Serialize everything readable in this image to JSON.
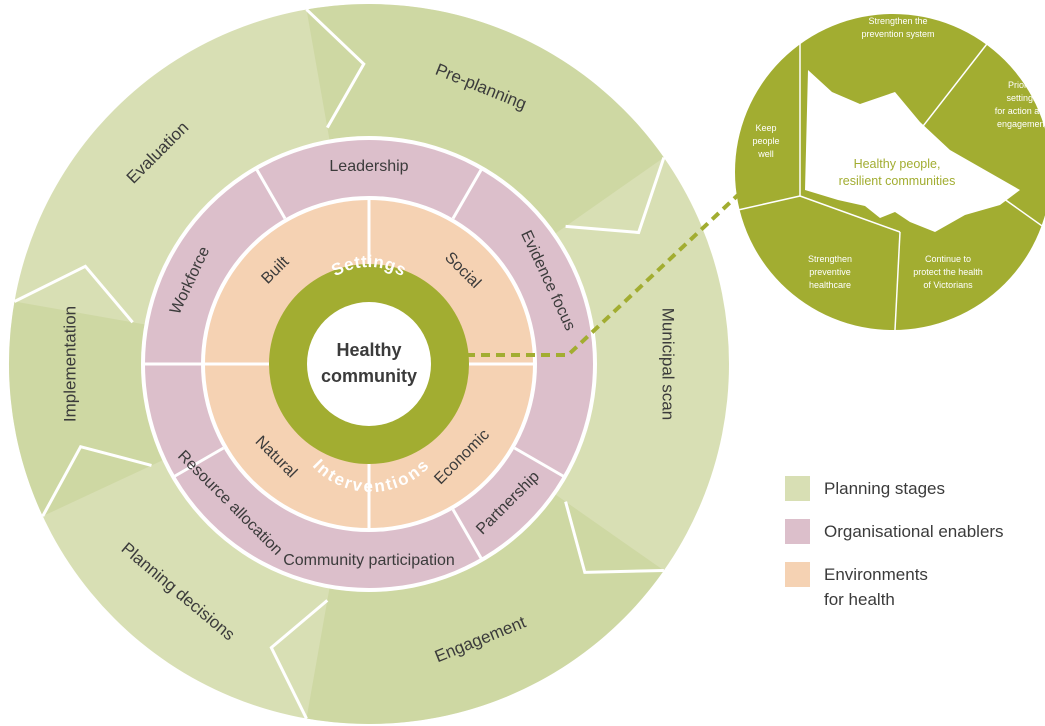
{
  "colors": {
    "planning": "#d8dfb4",
    "planning_dark": "#c6d196",
    "enabler": "#dcbfcb",
    "environment": "#f5d2b3",
    "olive": "#a2ad31",
    "separator": "#ffffff",
    "text": "#3b3b3b"
  },
  "center": {
    "title_line1": "Healthy",
    "title_line2": "community",
    "arc_top": "Settings",
    "arc_bottom": "Interventions"
  },
  "environments": [
    "Built",
    "Social",
    "Natural",
    "Economic"
  ],
  "enablers": [
    "Leadership",
    "Evidence focus",
    "Partnership",
    "Community participation",
    "Resource allocation",
    "Workforce"
  ],
  "planning_stages": [
    "Evaluation",
    "Pre-planning",
    "Municipal scan",
    "Engagement",
    "Planning decisions",
    "Implementation"
  ],
  "inset": {
    "center_line1": "Healthy people,",
    "center_line2": "resilient communities",
    "segments": [
      {
        "lines": [
          "Strengthen the",
          "prevention system"
        ]
      },
      {
        "lines": [
          "Priority",
          "settings",
          "for action and",
          "engagement"
        ]
      },
      {
        "lines": [
          "Continue to",
          "protect the health",
          "of Victorians"
        ]
      },
      {
        "lines": [
          "Strengthen",
          "preventive",
          "healthcare"
        ]
      },
      {
        "lines": [
          "Keep",
          "people",
          "well"
        ]
      }
    ]
  },
  "legend": [
    {
      "label": "Planning stages",
      "color": "#d8dfb4"
    },
    {
      "label": "Organisational enablers",
      "color": "#dcbfcb"
    },
    {
      "label": "Environments\nfor health",
      "color": "#f5d2b3"
    }
  ]
}
